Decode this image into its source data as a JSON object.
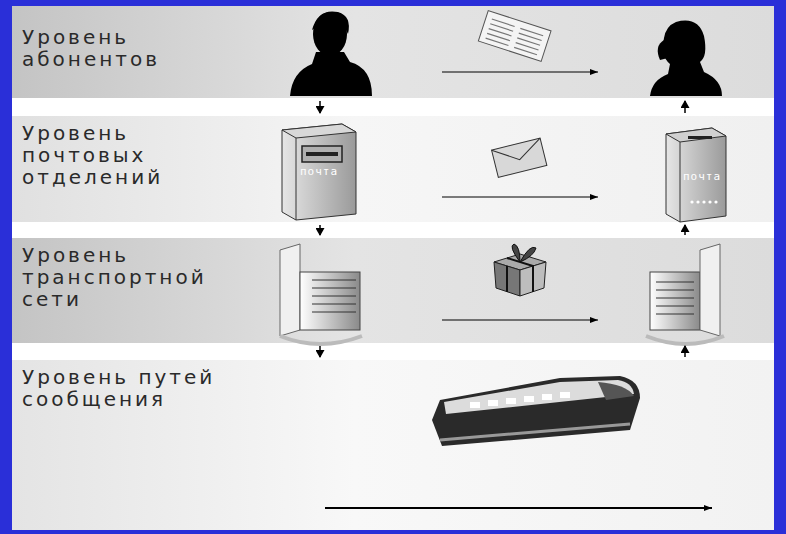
{
  "diagram": {
    "nodes": [
      {
        "text": [
          "Уровень абонентов"
        ]
      },
      {
        "text": [
          "Уровень почтовых отделений"
        ]
      },
      {
        "text": [
          "Уровень транспортной сети"
        ]
      },
      {
        "text": [
          "Уровень путей сообщения"
        ]
      }
    ],
    "edges": [
      {
        "from": 0,
        "to": 1,
        "arrow": "to"
      },
      {
        "from": 1,
        "to": 0,
        "arrow": "to"
      },
      {
        "from": 1,
        "to": 2,
        "arrow": "to"
      },
      {
        "from": 2,
        "to": 1,
        "arrow": "to"
      },
      {
        "from": 2,
        "to": 3,
        "arrow": "to"
      },
      {
        "from": 3,
        "to": 2,
        "arrow": "to"
      }
    ],
    "labels": [
      "почта",
      "почта"
    ]
  }
}
